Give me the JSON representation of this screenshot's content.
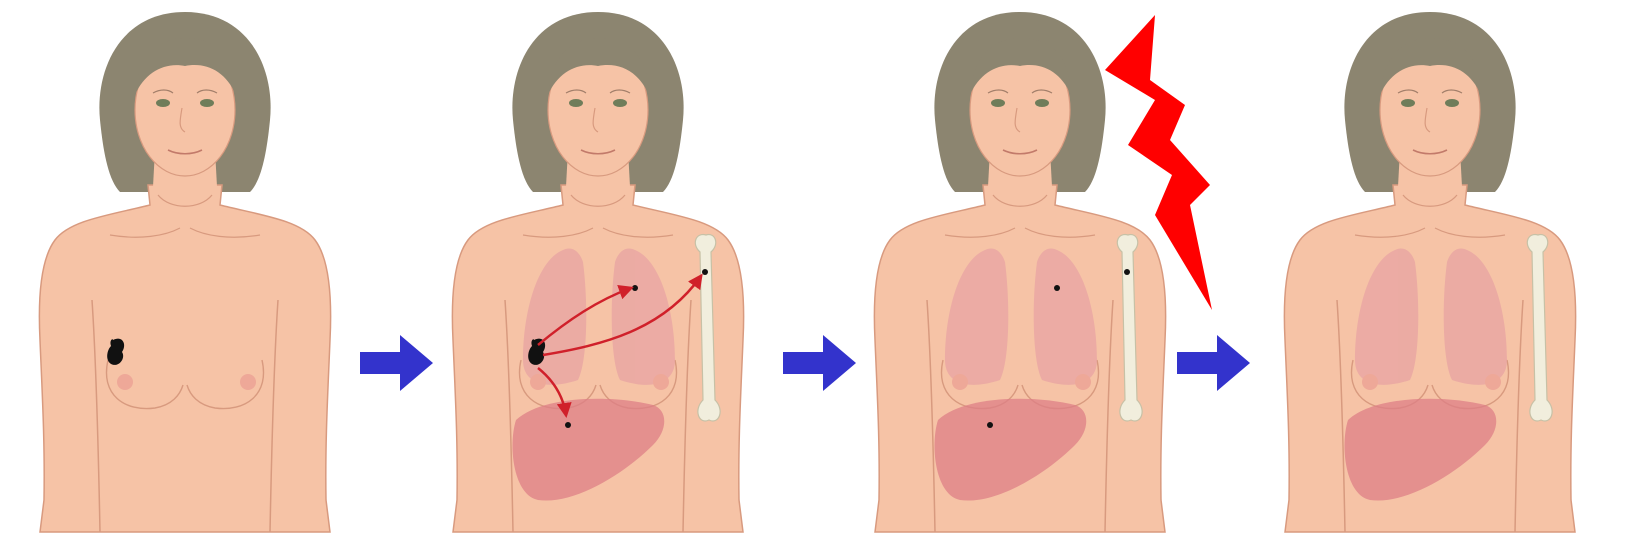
{
  "colors": {
    "background": "#ffffff",
    "skin": "#f6c3a6",
    "skin_outline": "#d89a7f",
    "hair": "#8c8570",
    "hair_shadow": "#6e6857",
    "lungs": "#e8a3a3",
    "liver": "#de7f86",
    "bone": "#f1eedd",
    "bone_outline": "#c7c1a6",
    "tumor": "#111111",
    "metastasis_arrow": "#d0202a",
    "progression_arrow": "#3333cc",
    "treatment_bolt": "#ff0000"
  },
  "stages": [
    {
      "name": "primary-tumor",
      "organs": false,
      "tumor": true,
      "spread_arrows": false,
      "metastases": false
    },
    {
      "name": "metastatic-spread",
      "organs": true,
      "tumor": true,
      "spread_arrows": true,
      "metastases": true
    },
    {
      "name": "established-metastases",
      "organs": true,
      "tumor": false,
      "spread_arrows": false,
      "metastases": true
    },
    {
      "name": "after-treatment",
      "organs": true,
      "tumor": false,
      "spread_arrows": false,
      "metastases": false
    }
  ],
  "treatment_icon": "lightning-bolt-icon",
  "progression_icon": "right-arrow-icon"
}
